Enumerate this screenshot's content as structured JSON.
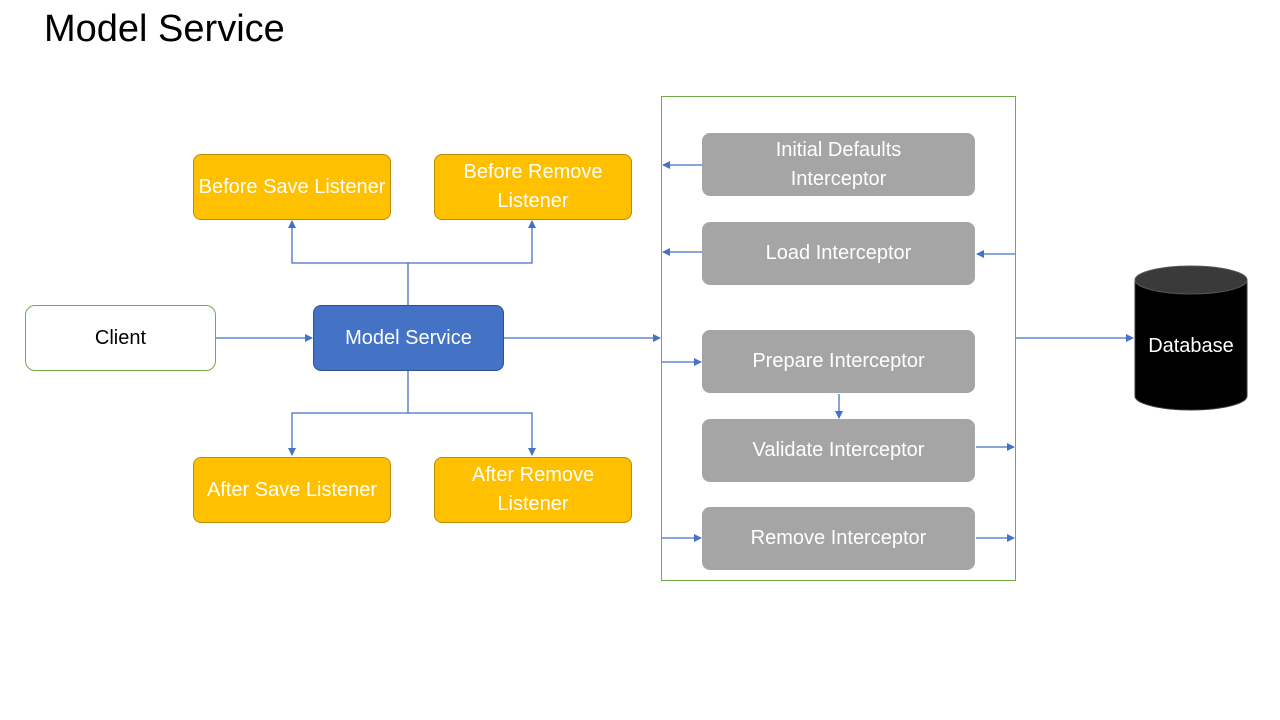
{
  "title": "Model Service",
  "nodes": {
    "client": "Client",
    "model_service": "Model Service",
    "before_save_listener": "Before Save Listener",
    "before_remove_listener": "Before Remove Listener",
    "after_save_listener": "After Save Listener",
    "after_remove_listener": "After Remove Listener",
    "initial_defaults_interceptor": "Initial Defaults Interceptor",
    "load_interceptor": "Load Interceptor",
    "prepare_interceptor": "Prepare Interceptor",
    "validate_interceptor": "Validate Interceptor",
    "remove_interceptor": "Remove Interceptor",
    "database": "Database"
  },
  "colors": {
    "listener": "#ffc000",
    "model_service": "#4472c4",
    "interceptor": "#a5a5a5",
    "container_border": "#70ad47",
    "arrow": "#4472c4",
    "database": "#000000"
  }
}
